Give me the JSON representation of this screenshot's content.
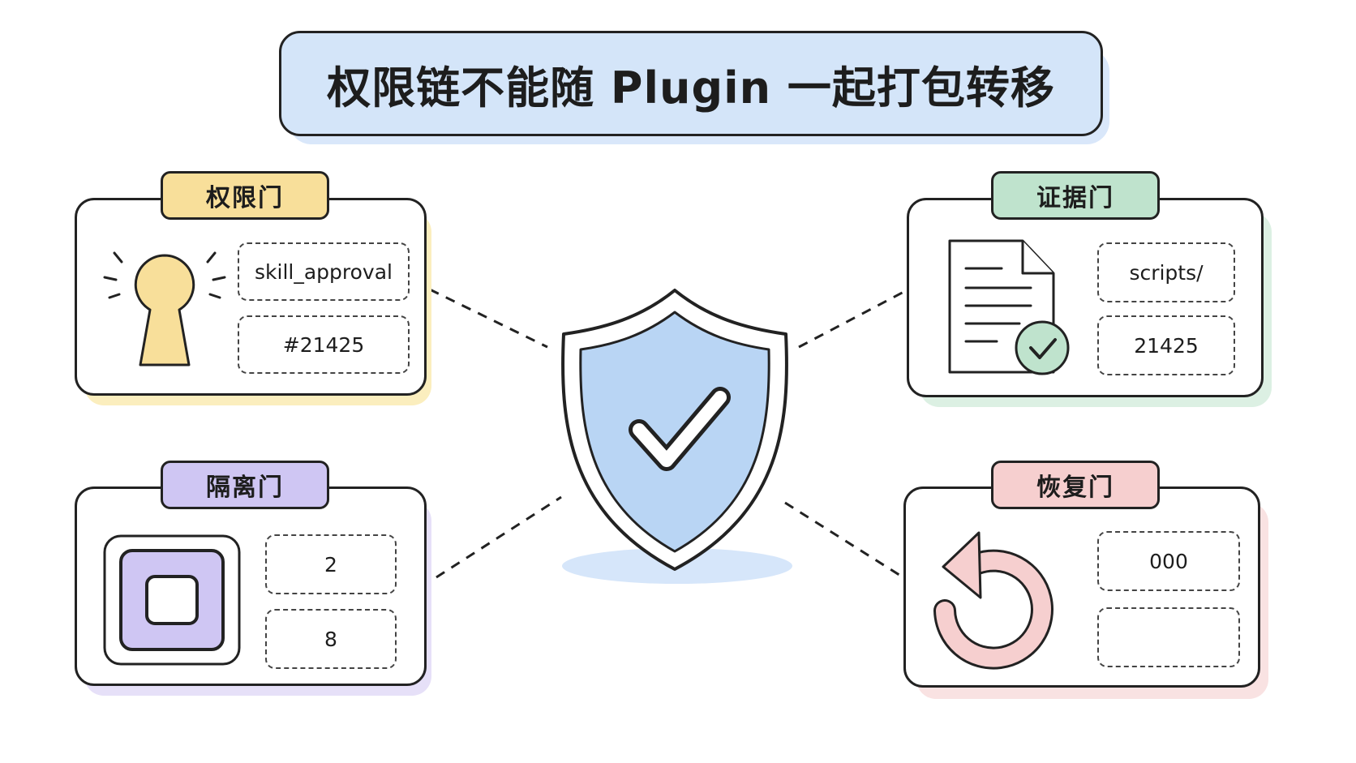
{
  "title": "权限链不能随 Plugin 一起打包转移",
  "colors": {
    "title_fill": "#d4e5f9",
    "permission": "#f8df9a",
    "evidence": "#bfe3cd",
    "isolation": "#cfc6f3",
    "recovery": "#f6cfcf",
    "shield": "#b9d5f4"
  },
  "center": {
    "icon": "shield-check-icon"
  },
  "gates": {
    "permission": {
      "label": "权限门",
      "icon": "keyhole-icon",
      "fields": [
        "skill_approval",
        "#21425"
      ]
    },
    "evidence": {
      "label": "证据门",
      "icon": "document-check-icon",
      "fields": [
        "scripts/",
        "21425"
      ]
    },
    "isolation": {
      "label": "隔离门",
      "icon": "nested-square-icon",
      "fields": [
        "2",
        "8"
      ]
    },
    "recovery": {
      "label": "恢复门",
      "icon": "undo-arrow-icon",
      "fields": [
        "000",
        ""
      ]
    }
  }
}
